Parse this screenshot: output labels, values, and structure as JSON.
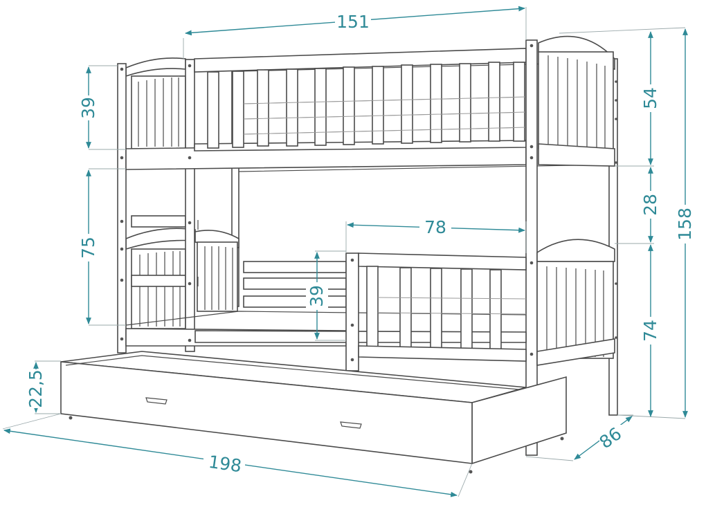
{
  "diagram": {
    "accent_color": "#2f8a97",
    "line_color": "#4a4a4a",
    "dimensions": {
      "top_length": "151",
      "top_rail_height": "39",
      "bed_height_left": "75",
      "top_right_height": "54",
      "gap_height": "28",
      "total_height": "158",
      "bottom_right_height": "74",
      "rail_opening": "78",
      "bottom_rail_height": "39",
      "drawer_height": "22,5",
      "total_length": "198",
      "depth": "86"
    }
  }
}
